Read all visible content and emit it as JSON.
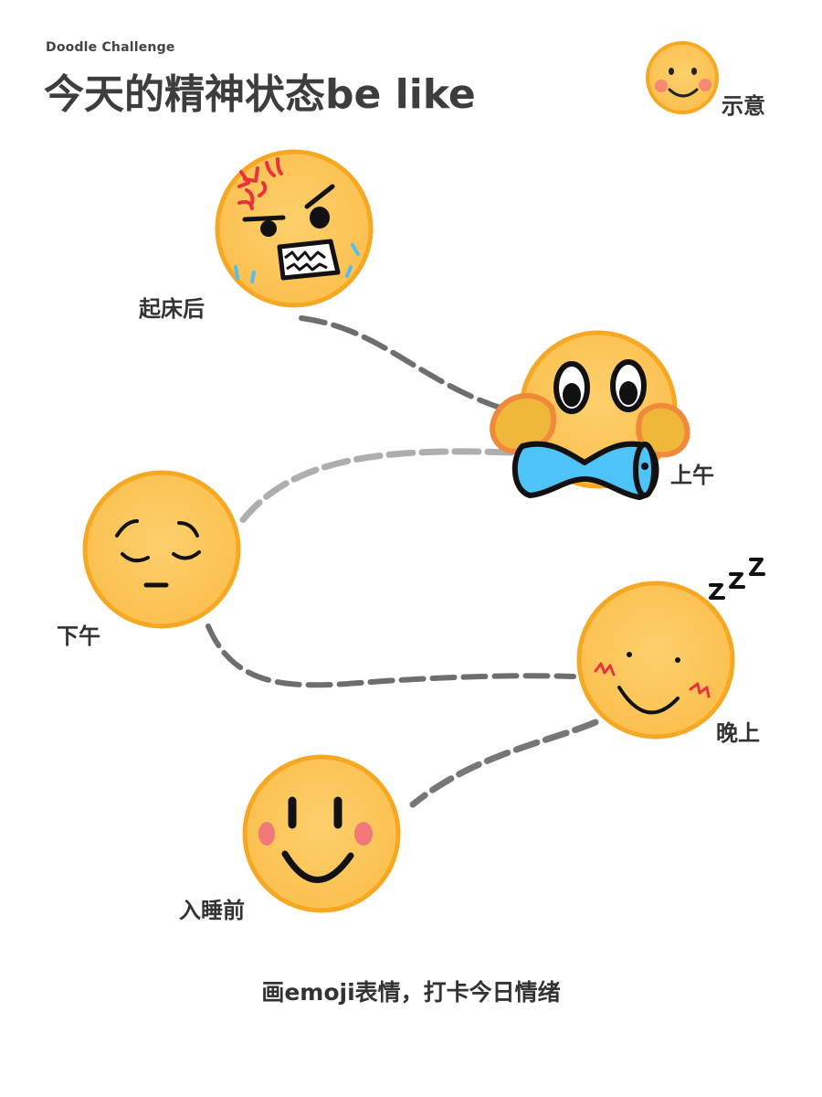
{
  "header": {
    "eyebrow": "Doodle Challenge",
    "title": "今天的精神状态be like"
  },
  "legend": {
    "label": "示意",
    "icon": "smiley-face-icon"
  },
  "moods": [
    {
      "label": "起床后",
      "icon": "angry-face-icon"
    },
    {
      "label": "上午",
      "icon": "pleading-face-icon"
    },
    {
      "label": "下午",
      "icon": "pensive-face-icon"
    },
    {
      "label": "晚上",
      "icon": "sleepy-face-icon"
    },
    {
      "label": "入睡前",
      "icon": "smiling-face-icon"
    }
  ],
  "footer": {
    "caption": "画emoji表情，打卡今日情绪"
  },
  "colors": {
    "face": "#fdc55e",
    "face_outline": "#f7a823",
    "blush": "#f0707a",
    "tears": "#55bdf2",
    "anger": "#e8333f",
    "connector": "#555555"
  }
}
